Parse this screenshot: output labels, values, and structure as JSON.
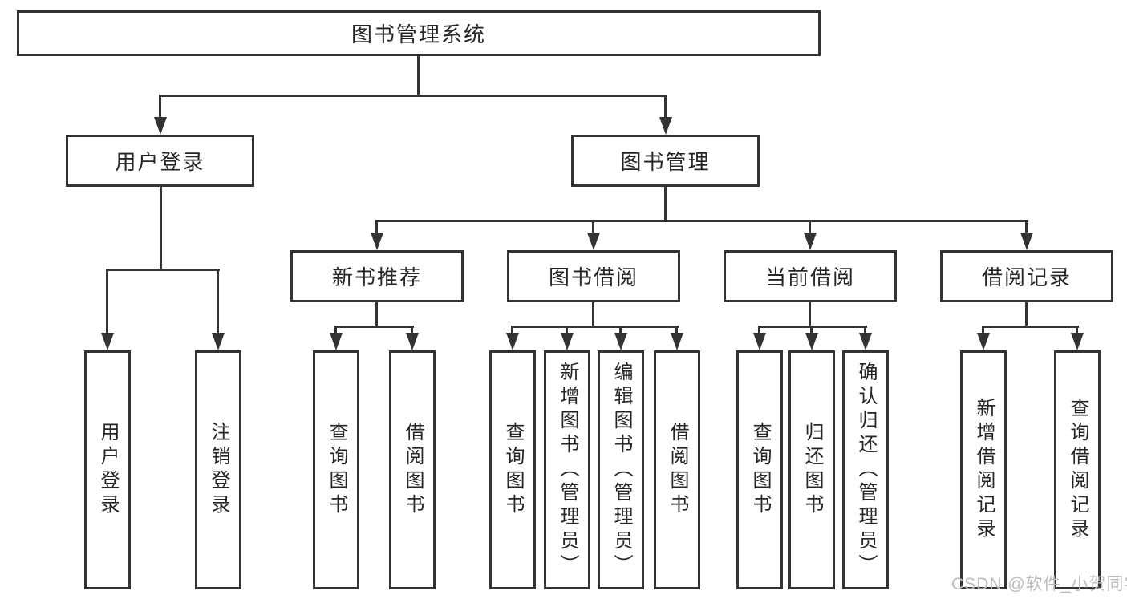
{
  "diagram_type": "hierarchy-tree",
  "tree": {
    "label": "图书管理系统",
    "children": [
      {
        "label": "用户登录",
        "children": [
          {
            "label": "用户登录"
          },
          {
            "label": "注销登录"
          }
        ]
      },
      {
        "label": "图书管理",
        "children": [
          {
            "label": "新书推荐",
            "children": [
              {
                "label": "查询图书"
              },
              {
                "label": "借阅图书"
              }
            ]
          },
          {
            "label": "图书借阅",
            "children": [
              {
                "label": "查询图书"
              },
              {
                "label": "新增图书（管理员）"
              },
              {
                "label": "编辑图书（管理员）"
              },
              {
                "label": "借阅图书"
              }
            ]
          },
          {
            "label": "当前借阅",
            "children": [
              {
                "label": "查询图书"
              },
              {
                "label": "归还图书"
              },
              {
                "label": "确认归还（管理员）"
              }
            ]
          },
          {
            "label": "借阅记录",
            "children": [
              {
                "label": "新增借阅记录"
              },
              {
                "label": "查询借阅记录"
              }
            ]
          }
        ]
      }
    ]
  },
  "watermark": {
    "text": "CSDN @软件_小贺同学"
  },
  "colors": {
    "line": "#333333",
    "text": "#262626",
    "background": "#ffffff",
    "watermark": "#bcbcbc"
  }
}
